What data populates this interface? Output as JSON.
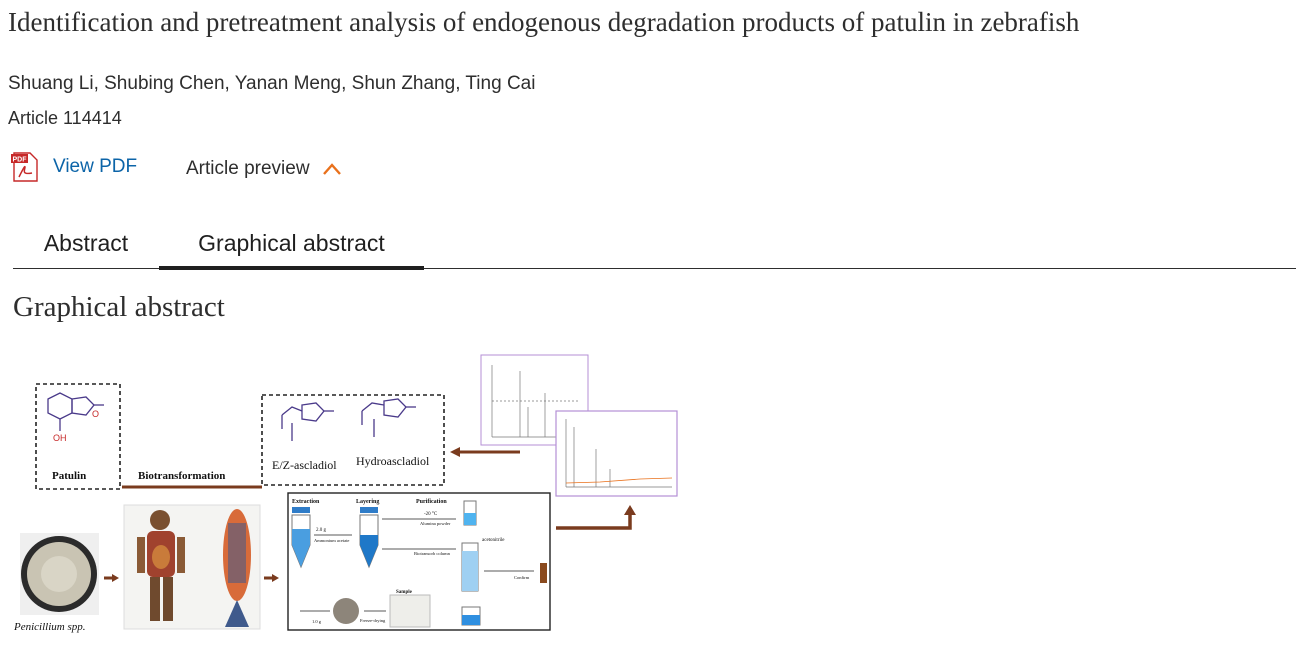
{
  "article": {
    "title": "Identification and pretreatment analysis of endogenous degradation products of patulin in zebrafish",
    "authors": "Shuang Li, Shubing Chen, Yanan Meng, Shun Zhang, Ting Cai",
    "article_number": "Article 114414"
  },
  "actions": {
    "pdf_badge": "PDF",
    "view_pdf": "View PDF",
    "preview_toggle": "Article preview"
  },
  "tabs": [
    {
      "label": "Abstract",
      "active": false
    },
    {
      "label": "Graphical abstract",
      "active": true
    }
  ],
  "section": {
    "heading": "Graphical abstract"
  },
  "figure": {
    "patulin_label": "Patulin",
    "biotransformation_label": "Biotransformation",
    "ascladiol_label": "E/Z-ascladiol",
    "hydroascladiol_label": "Hydroascladiol",
    "oh_label": "OH",
    "penicillium_label": "Penicillium spp.",
    "extraction_label": "Extraction",
    "layering_label": "Layering",
    "purification_label": "Purification",
    "sample_label": "Sample",
    "alumina_label": "Alumina powder",
    "biotransorb_label": "Biotransorb column",
    "acetonitrile_label": "acetonitrile",
    "ammonium_label": "Ammonium acetate",
    "confirm_label": "Confirm",
    "freeze_label": "Freeze-drying",
    "mass_label": "2.0 g",
    "mass2_label": "1.0 g",
    "temp_label": "-20 °C"
  },
  "colors": {
    "link": "#0c64a8",
    "accent": "#e9711c",
    "arrow_brown": "#7a3b1e",
    "molecule": "#4a3a8a",
    "chart_frame": "#b48fd6"
  }
}
